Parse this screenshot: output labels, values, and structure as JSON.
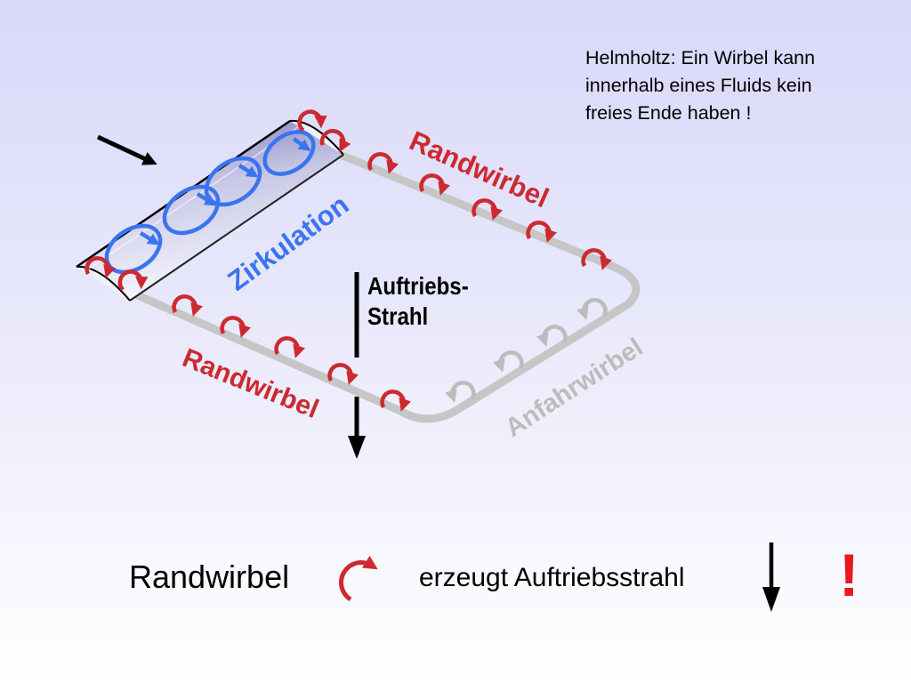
{
  "note": {
    "lines": [
      "Helmholtz: Ein Wirbel kann",
      "innerhalb eines Fluids kein",
      "freies Ende haben !"
    ]
  },
  "labels": {
    "tip_vortex_top": "Randwirbel",
    "tip_vortex_bottom": "Randwirbel",
    "circulation": "Zirkulation",
    "starting_vortex": "Anfahrwirbel",
    "lift_jet": [
      "Auftriebs-",
      "Strahl"
    ]
  },
  "legend": {
    "term": "Randwirbel",
    "effect": "erzeugt Auftriebsstrahl",
    "exclamation": "!"
  },
  "colors": {
    "vortex_red": "#cc2a30",
    "circulation_blue": "#3a74f0",
    "starting_gray": "#bcbcbc",
    "loop_gray": "#c6c6c6",
    "exclamation_red": "#e8191f"
  },
  "icons": {
    "flow": "flow-direction-arrow-icon",
    "lift": "lift-jet-arrow-icon",
    "legend_vortex": "curl-arrow-icon",
    "legend_down": "down-arrow-icon"
  }
}
